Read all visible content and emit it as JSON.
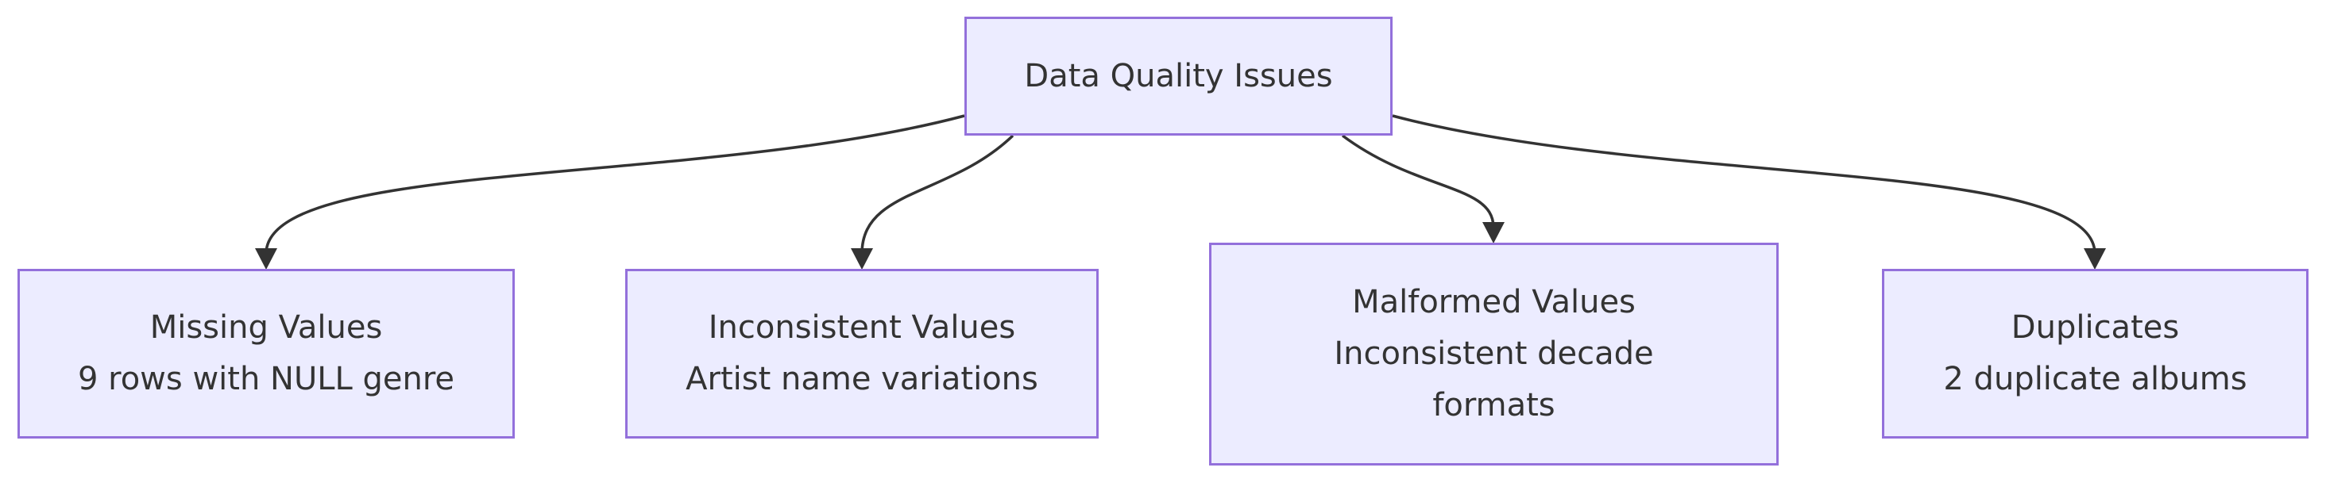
{
  "diagram": {
    "type": "flowchart",
    "direction": "top-down",
    "colors": {
      "background": "#FFFFFF",
      "node_fill": "#ECECFF",
      "node_border": "#9370DB",
      "node_text": "#333333",
      "edge_stroke": "#333333",
      "arrowhead_fill": "#333333"
    },
    "root": {
      "id": "data-quality-issues",
      "lines": [
        "Data Quality Issues"
      ]
    },
    "children": [
      {
        "id": "missing-values",
        "lines": [
          "Missing Values",
          "9 rows with NULL genre"
        ]
      },
      {
        "id": "inconsistent-values",
        "lines": [
          "Inconsistent Values",
          "Artist name variations"
        ]
      },
      {
        "id": "malformed-values",
        "lines": [
          "Malformed Values",
          "Inconsistent decade",
          "formats"
        ]
      },
      {
        "id": "duplicates",
        "lines": [
          "Duplicates",
          "2 duplicate albums"
        ]
      }
    ],
    "edges": [
      {
        "from": "data-quality-issues",
        "to": "missing-values"
      },
      {
        "from": "data-quality-issues",
        "to": "inconsistent-values"
      },
      {
        "from": "data-quality-issues",
        "to": "malformed-values"
      },
      {
        "from": "data-quality-issues",
        "to": "duplicates"
      }
    ]
  }
}
